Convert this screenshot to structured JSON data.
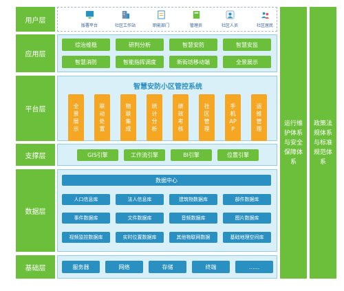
{
  "layers": {
    "user": "用户层",
    "application": "应用层",
    "platform": "平台层",
    "support": "支撑层",
    "data": "数据层",
    "infrastructure": "基础层"
  },
  "user_layer": {
    "items": [
      {
        "label": "版署平台",
        "icon": "monitor-icon"
      },
      {
        "label": "社区工作站",
        "icon": "building-icon"
      },
      {
        "label": "职能部门",
        "icon": "document-icon"
      },
      {
        "label": "管理员",
        "icon": "book-icon"
      },
      {
        "label": "社区人员",
        "icon": "person-icon"
      },
      {
        "label": "社区居民",
        "icon": "people-icon"
      }
    ]
  },
  "application_layer": {
    "items": [
      "综治维稳",
      "研判分析",
      "智慧安防",
      "智慧安监",
      "智慧消防",
      "智能指挥调度",
      "新街坊移动端",
      "全景展示"
    ]
  },
  "platform_layer": {
    "title": "智慧安防小区管控系统",
    "items": [
      "全景展示",
      "联动处置",
      "物联集成",
      "统计分析",
      "绩效考核",
      "社区管理",
      "手机APP",
      "运维管理"
    ]
  },
  "support_layer": {
    "items": [
      "GIS引擎",
      "工作流引擎",
      "BI引擎",
      "位置引擎"
    ]
  },
  "data_layer": {
    "center": "数据中心",
    "items": [
      "人口信息库",
      "法人信息库",
      "建筑物数据库",
      "部件数据库",
      "事件数据库",
      "文件数据库",
      "音频数据库",
      "图片数据库",
      "视频监控数据库",
      "实时位置数据库",
      "其他物联网数据",
      "基础地理空间库"
    ]
  },
  "infrastructure_layer": {
    "items": [
      "服务器",
      "网络",
      "存储",
      "终端",
      "......"
    ]
  },
  "right_columns": {
    "ops": "运行维护体系与安全保障体系",
    "policy": "政策法规体系与标准规范体系"
  },
  "colors": {
    "green": "#6cbf3a",
    "blue": "#2a8fc1",
    "orange": "#f5a623",
    "panel": "#d9f0f9"
  }
}
